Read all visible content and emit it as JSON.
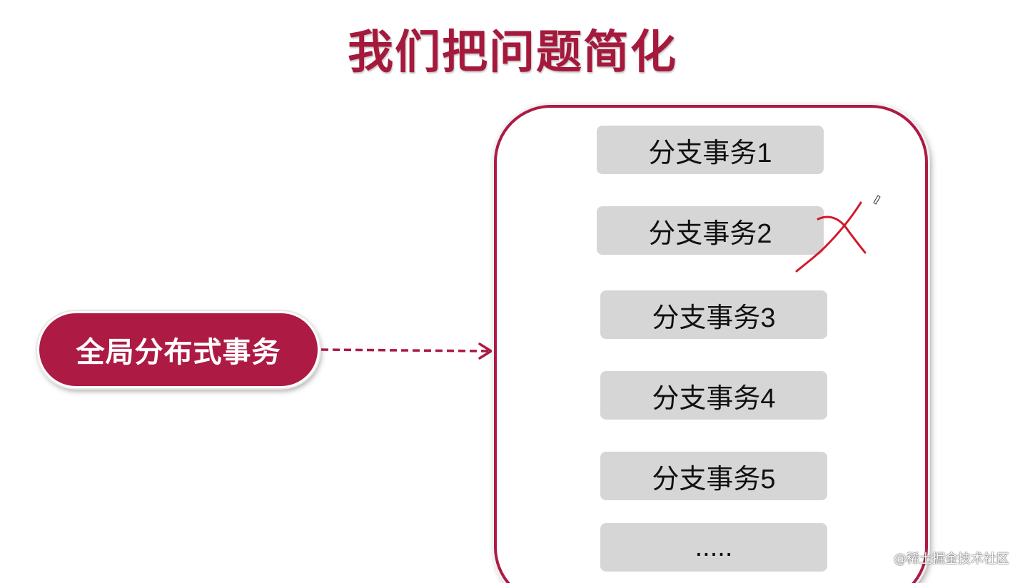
{
  "title": "我们把问题简化",
  "global_transaction": "全局分布式事务",
  "branches": [
    "分支事务1",
    "分支事务2",
    "分支事务3",
    "分支事务4",
    "分支事务5",
    "....."
  ],
  "watermark": "@稀土掘金技术社区",
  "colors": {
    "brand": "#ad1a44",
    "box": "#d6d6d6",
    "annotation": "#d0192b"
  },
  "annotation_icon": "hand-drawn-cross"
}
